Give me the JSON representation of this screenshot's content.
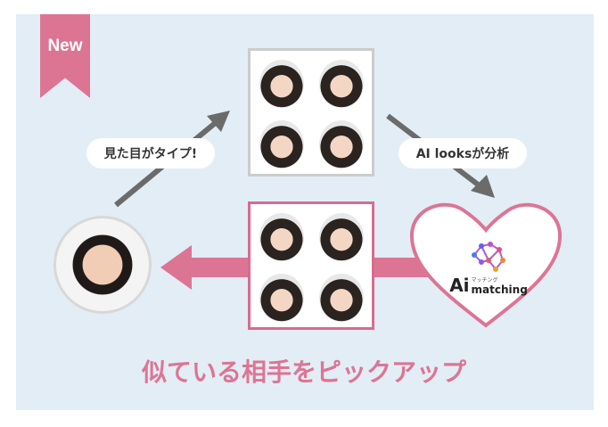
{
  "badge": "New",
  "labels": {
    "left": "見た目がタイプ!",
    "right": "AI looksが分析"
  },
  "logo": {
    "mark": "Ai",
    "word": "matching",
    "kana": "マッチング"
  },
  "title": "似ている相手をピックアップ",
  "colors": {
    "pink": "#dc7593",
    "bg": "#e3edf6",
    "arrow": "#6b6b6b"
  }
}
